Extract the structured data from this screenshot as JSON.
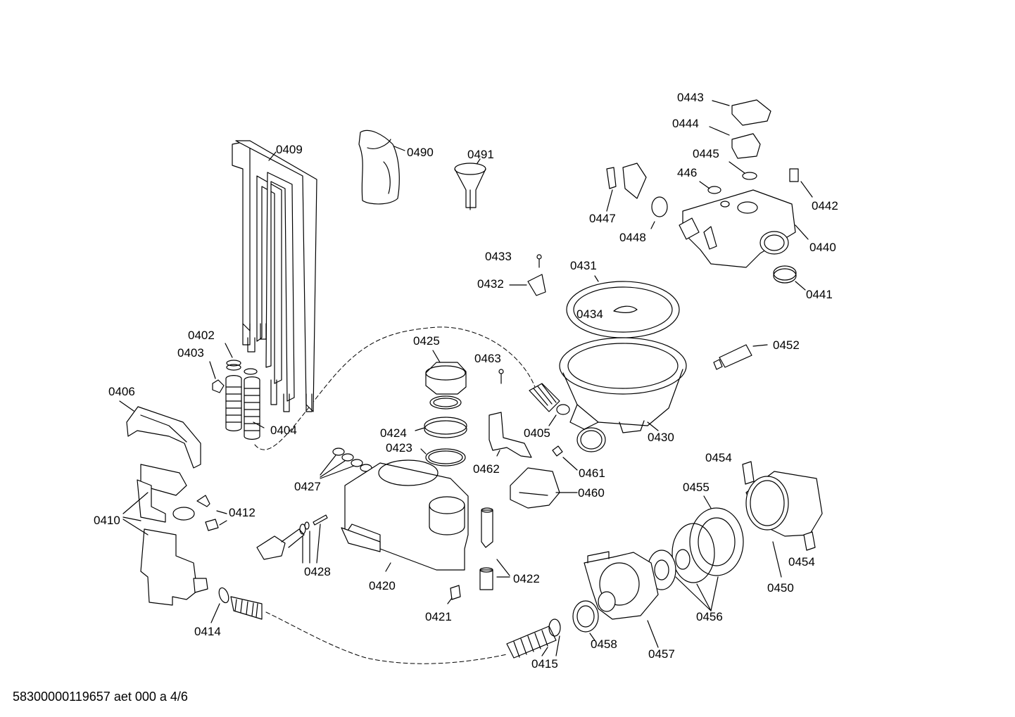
{
  "labels": {
    "p0443": "0443",
    "p0444": "0444",
    "p0445": "0445",
    "p446": "446",
    "p0442": "0442",
    "p0447": "0447",
    "p0448": "0448",
    "p0440": "0440",
    "p0441": "0441",
    "p0409": "0409",
    "p0490": "0490",
    "p0491": "0491",
    "p0433": "0433",
    "p0432": "0432",
    "p0431": "0431",
    "p0434": "0434",
    "p0452": "0452",
    "p0402": "0402",
    "p0403": "0403",
    "p0425": "0425",
    "p0463": "0463",
    "p0406": "0406",
    "p0404": "0404",
    "p0424": "0424",
    "p0405": "0405",
    "p0430": "0430",
    "p0423": "0423",
    "p0462": "0462",
    "p0461": "0461",
    "p0454a": "0454",
    "p0427": "0427",
    "p0460": "0460",
    "p0455": "0455",
    "p0410": "0410",
    "p0412": "0412",
    "p0428": "0428",
    "p0420": "0420",
    "p0422": "0422",
    "p0454b": "0454",
    "p0450": "0450",
    "p0421": "0421",
    "p0456": "0456",
    "p0414": "0414",
    "p0458": "0458",
    "p0457": "0457",
    "p0415": "0415"
  },
  "footer": {
    "code": "58300000119657 aet 000 a 4/6"
  }
}
